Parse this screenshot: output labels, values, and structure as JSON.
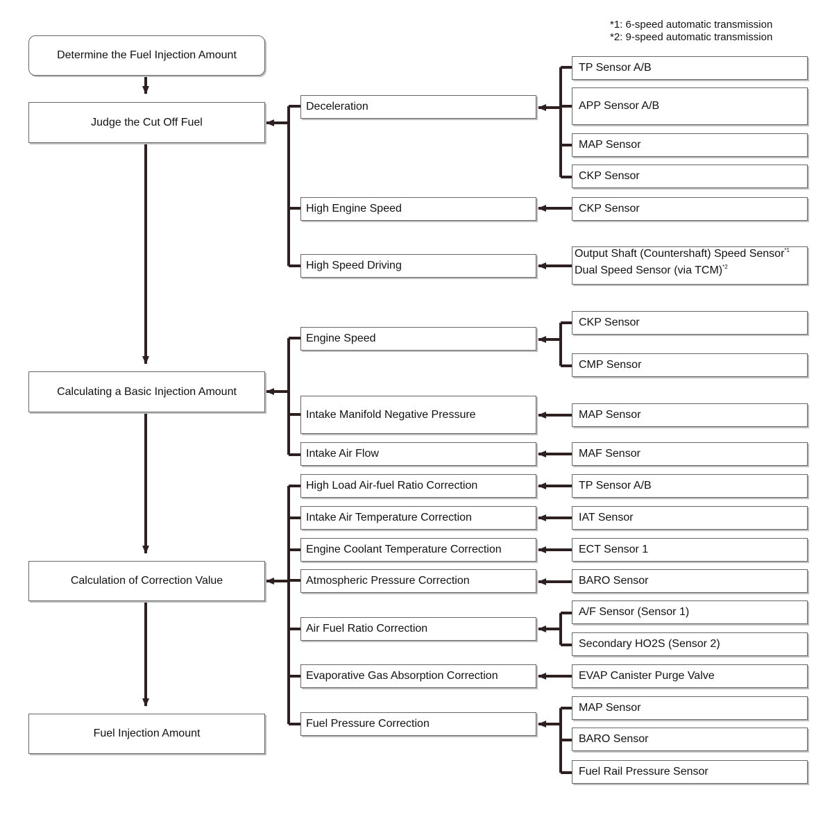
{
  "notes": {
    "note1": "*1: 6-speed automatic transmission",
    "note2": "*2: 9-speed automatic transmission"
  },
  "steps": {
    "determine": "Determine the Fuel Injection Amount",
    "judge_cutoff": "Judge the Cut Off Fuel",
    "basic_amount": "Calculating a Basic Injection Amount",
    "correction": "Calculation of Correction Value",
    "final_amount": "Fuel Injection Amount"
  },
  "cutoff": {
    "deceleration": "Deceleration",
    "high_engine_speed": "High Engine Speed",
    "high_speed_driving": "High Speed Driving",
    "tp_sensor": "TP Sensor A/B",
    "app_sensor": "APP Sensor A/B",
    "map_sensor": "MAP Sensor",
    "ckp_sensor_1": "CKP Sensor",
    "ckp_sensor_2": "CKP Sensor",
    "output_shaft_sensor": "Output Shaft (Countershaft) Speed Sensor",
    "output_shaft_mark": "*1",
    "dual_speed_sensor": "Dual Speed Sensor (via TCM)",
    "dual_speed_mark": "*2"
  },
  "basic": {
    "engine_speed": "Engine Speed",
    "intake_manifold": "Intake Manifold Negative Pressure",
    "intake_air_flow": "Intake Air Flow",
    "ckp_sensor": "CKP Sensor",
    "cmp_sensor": "CMP Sensor",
    "map_sensor": "MAP Sensor",
    "maf_sensor": "MAF Sensor"
  },
  "correction": {
    "high_load": "High Load Air-fuel Ratio Correction",
    "intake_air_temp": "Intake Air Temperature Correction",
    "coolant_temp": "Engine Coolant Temperature Correction",
    "atmospheric": "Atmospheric Pressure Correction",
    "air_fuel_ratio": "Air Fuel Ratio Correction",
    "evaporative": "Evaporative Gas Absorption Correction",
    "fuel_pressure": "Fuel Pressure Correction",
    "tp_sensor": "TP Sensor A/B",
    "iat_sensor": "IAT Sensor",
    "ect_sensor": "ECT Sensor 1",
    "baro_sensor_1": "BARO Sensor",
    "af_sensor": "A/F Sensor (Sensor 1)",
    "ho2s_sensor": "Secondary HO2S (Sensor 2)",
    "evap_valve": "EVAP Canister Purge Valve",
    "map_sensor": "MAP Sensor",
    "baro_sensor_2": "BARO Sensor",
    "fuel_rail_sensor": "Fuel Rail Pressure Sensor"
  }
}
